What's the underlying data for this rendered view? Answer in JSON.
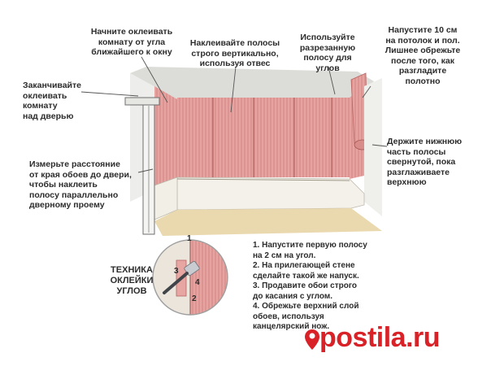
{
  "labels": {
    "start_corner": "Начните оклеивать\nкомнату от угла\nближайшего к окну",
    "vertical": "Наклеивайте полосы\nстрого вертикально,\nиспользуя отвес",
    "cut_strip": "Используйте\nразрезанную\nполосу для\nуглов",
    "overlap_ceiling": "Напустите 10 см\nна потолок и пол.\nЛишнее обрежьте\nпосле того, как\nразгладите\nполотно",
    "finish_over_door": "Заканчивайте\nоклеивать\nкомнату\nнад дверью",
    "measure_door": "Измерьте расстояние\nот края обоев до двери,\nчтобы наклеить\nполосу параллельно\nдверному проему",
    "hold_bottom": "Держите нижнюю\nчасть полосы\nсвернутой, пока\nразглаживаете\nверхнюю"
  },
  "corner_technique": {
    "title": "ТЕХНИКА\nОКЛЕЙКИ\nУГЛОВ",
    "markers": [
      "1",
      "2",
      "3",
      "4"
    ],
    "steps": [
      "1. Напустите первую полосу\nна 2 см на угол.",
      "2. На прилегающей стене\nсделайте такой же напуск.",
      "3. Продавите обои строго\nдо касания с углом.",
      "4. Обрежьте верхний слой\nобоев, используя\nканцелярский нож."
    ]
  },
  "watermark": {
    "text": "postila.ru",
    "icon": "postila-pin-logo",
    "color": "#d92128"
  },
  "colors": {
    "wallpaper": "#e6a3a0",
    "wallpaper_stripe": "#cf7f7c",
    "baseboard": "#f4f1ea",
    "floor": "#ead8ae",
    "ceiling": "#d9d9d6"
  }
}
